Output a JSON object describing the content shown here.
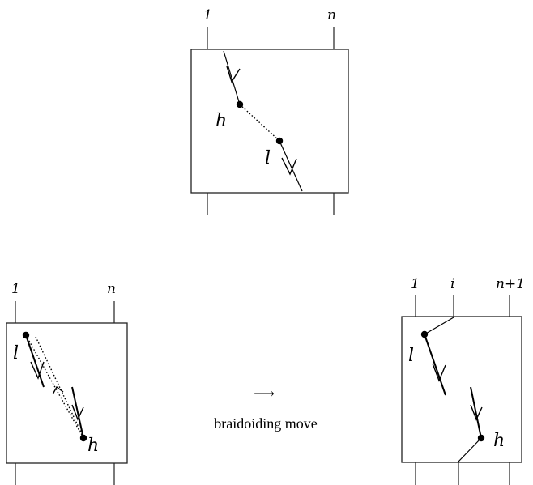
{
  "top_tangle": {
    "strand_labels": {
      "left": "1",
      "right": "n"
    },
    "endpoint_labels": {
      "head": "h",
      "leg": "l"
    }
  },
  "left_tangle": {
    "strand_labels": {
      "left": "1",
      "right": "n"
    },
    "endpoint_labels": {
      "leg": "l",
      "head": "h"
    }
  },
  "move": {
    "arrow": "⟶",
    "caption": "braidoiding move"
  },
  "right_tangle": {
    "strand_labels": {
      "left": "1",
      "middle": "i",
      "right": "n+1"
    },
    "endpoint_labels": {
      "leg": "l",
      "head": "h"
    }
  }
}
